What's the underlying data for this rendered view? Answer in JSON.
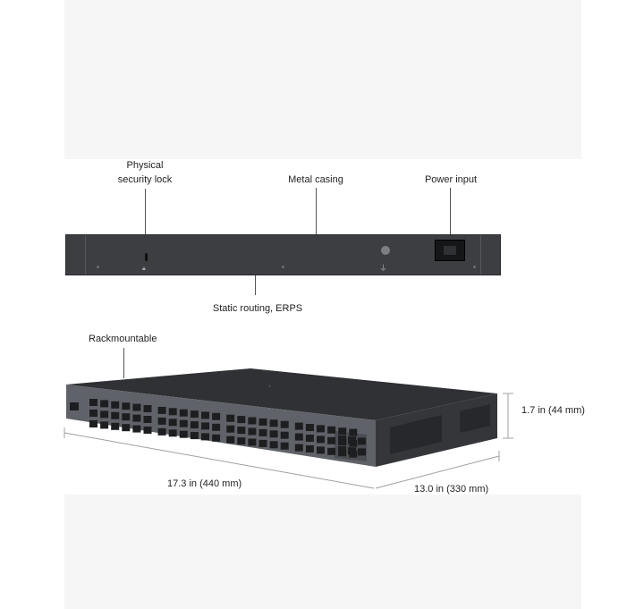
{
  "rear_view": {
    "lock_label": "Physical\nsecurity lock",
    "lock_label_line1": "Physical",
    "lock_label_line2": "security lock",
    "casing_label": "Metal casing",
    "power_label": "Power input",
    "routing_label": "Static routing, ERPS"
  },
  "front_view": {
    "rack_label": "Rackmountable",
    "height_label": "1.7 in (44 mm)",
    "width_label": "17.3 in (440 mm)",
    "depth_label": "13.0 in (330 mm)"
  },
  "colors": {
    "casing": "#3c3e42",
    "casing_top": "#2f3134",
    "front_face": "#6d7076",
    "port": "#1d1e20",
    "band": "#f6f6f6"
  }
}
